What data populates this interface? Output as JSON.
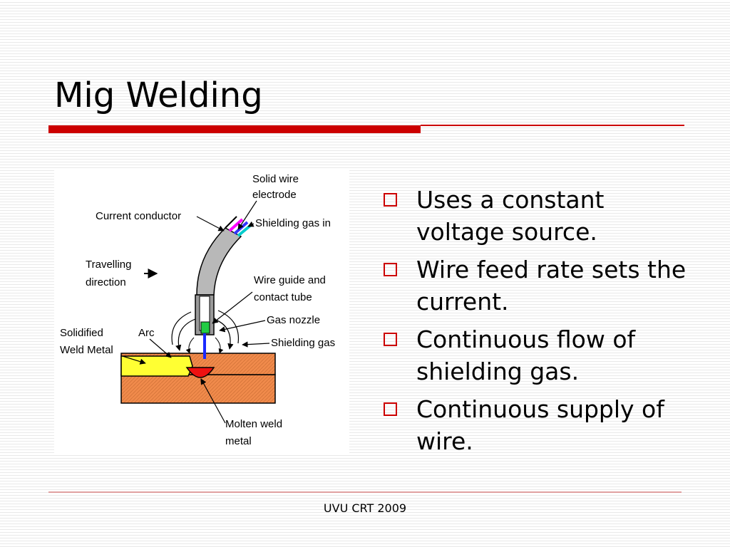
{
  "slide": {
    "title": "Mig Welding",
    "footer": "UVU CRT 2009"
  },
  "bullets": [
    "Uses a constant voltage source.",
    "Wire feed rate sets the current.",
    "Continuous flow of shielding gas.",
    "Continuous supply of wire."
  ],
  "figure": {
    "labels": {
      "solid_wire_line1": "Solid wire",
      "solid_wire_line2": "electrode",
      "current_conductor": "Current conductor",
      "shielding_gas_in": "Shielding gas in",
      "travelling_line1": "Travelling",
      "travelling_line2": "direction",
      "wire_guide_line1": "Wire guide and",
      "wire_guide_line2": "contact tube",
      "gas_nozzle": "Gas nozzle",
      "solidified_line1": "Solidified",
      "solidified_line2": "Weld Metal",
      "arc": "Arc",
      "shielding_gas": "Shielding gas",
      "molten_line1": "Molten weld",
      "molten_line2": "metal"
    }
  },
  "colors": {
    "accent": "#cc0000",
    "base_metal": "#f08a4b",
    "weld_bead": "#ffff33",
    "molten_pool": "#ee1111",
    "torch": "#b8b8b8"
  }
}
